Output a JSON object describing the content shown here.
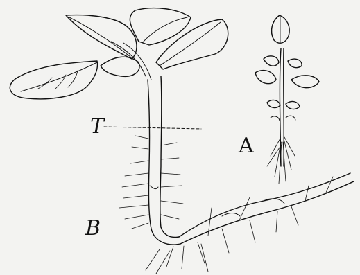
{
  "labels": {
    "t": "T",
    "a": "A",
    "b": "B"
  },
  "colors": {
    "paper": "#f3f3f1",
    "ink": "#111111"
  }
}
